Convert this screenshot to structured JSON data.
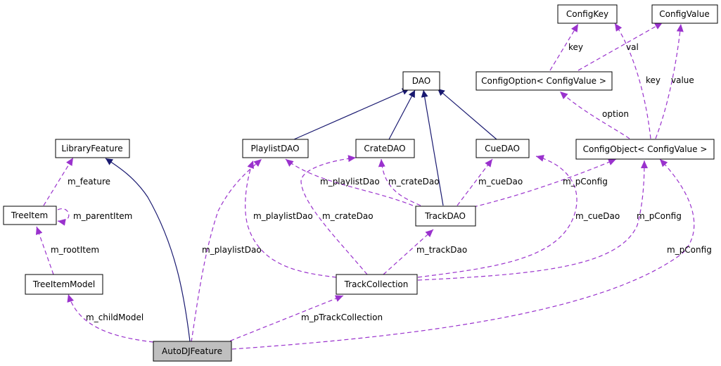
{
  "colors": {
    "inheritance_edge": "#191970",
    "usage_edge": "#9a32cd",
    "node_border": "#000000",
    "focus_node_fill": "#bfbfbf"
  },
  "nodes": {
    "config_key": "ConfigKey",
    "config_value": "ConfigValue",
    "config_option": "ConfigOption< ConfigValue >",
    "dao": "DAO",
    "library_feature": "LibraryFeature",
    "playlist_dao": "PlaylistDAO",
    "crate_dao": "CrateDAO",
    "cue_dao": "CueDAO",
    "config_object": "ConfigObject< ConfigValue >",
    "tree_item": "TreeItem",
    "track_dao": "TrackDAO",
    "tree_item_model": "TreeItemModel",
    "track_collection": "TrackCollection",
    "autodj_feature": "AutoDJFeature"
  },
  "edge_labels": {
    "key_short": "key",
    "val": "val",
    "key": "key",
    "value": "value",
    "option": "option",
    "m_feature": "m_feature",
    "m_parentItem": "m_parentItem",
    "m_playlistDao_track": "m_playlistDao",
    "m_crateDao_track": "m_crateDao",
    "m_cueDao_track": "m_cueDao",
    "m_pConfig_track": "m_pConfig",
    "m_rootItem": "m_rootItem",
    "m_playlistDao_collection": "m_playlistDao",
    "m_crateDao_collection": "m_crateDao",
    "m_cueDao_collection": "m_cueDao",
    "m_pConfig_collection": "m_pConfig",
    "m_playlistDao_autodj": "m_playlistDao",
    "m_pConfig_autodj": "m_pConfig",
    "m_trackDao": "m_trackDao",
    "m_childModel": "m_childModel",
    "m_pTrackCollection": "m_pTrackCollection"
  }
}
